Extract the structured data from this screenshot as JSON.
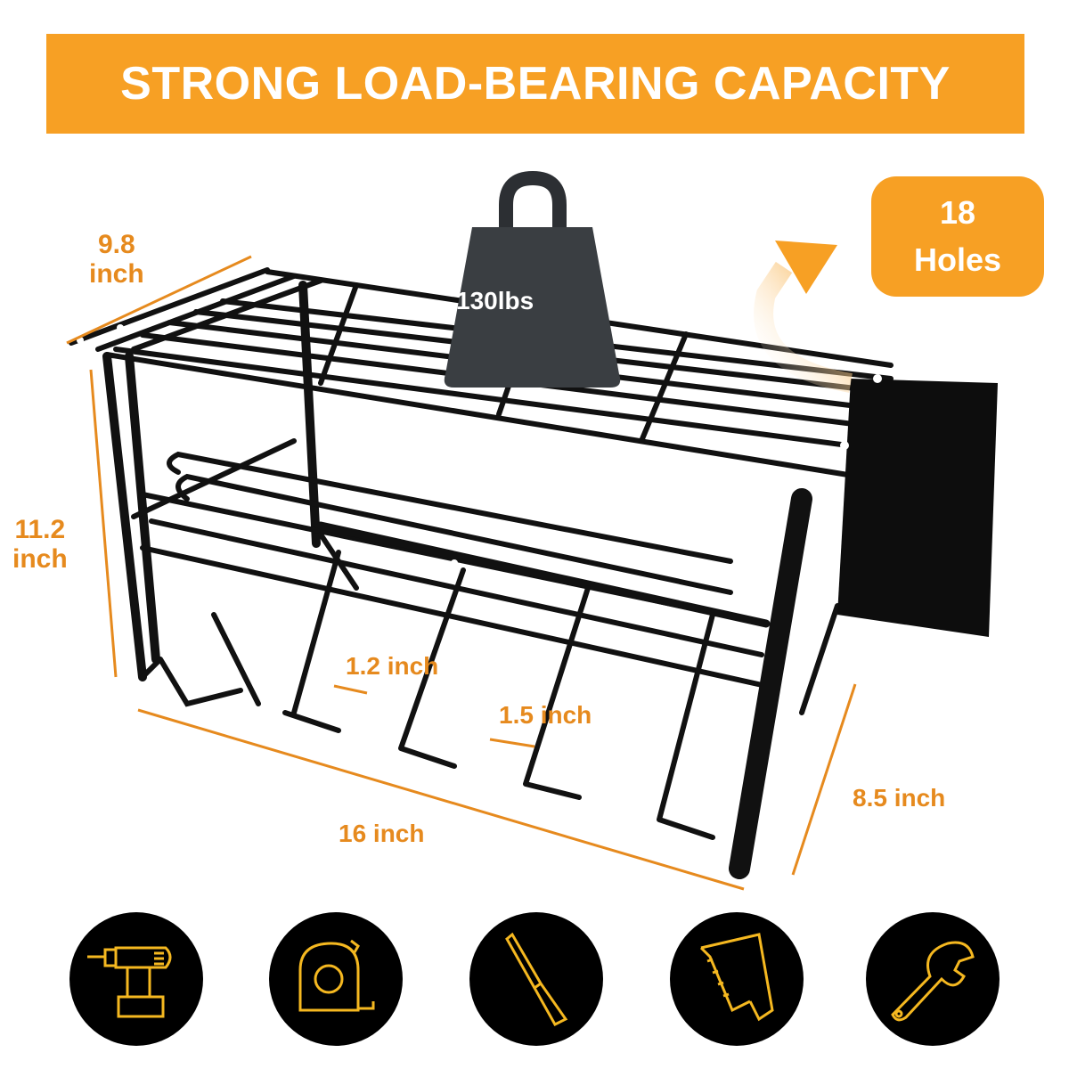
{
  "banner": {
    "title": "STRONG LOAD-BEARING CAPACITY"
  },
  "callout": {
    "count": "18",
    "label": "Holes"
  },
  "weight": {
    "label": "130lbs"
  },
  "dimensions": {
    "depth_top": "9.8\ninch",
    "height": "11.2\ninch",
    "gap_small": "1.2 inch",
    "gap_large": "1.5 inch",
    "width": "16 inch",
    "depth_bottom": "8.5 inch"
  },
  "tool_icons": [
    "drill-icon",
    "tape-measure-icon",
    "screwdriver-icon",
    "hacksaw-icon",
    "wrench-icon"
  ],
  "colors": {
    "accent": "#F7A024",
    "icon_gold": "#F5B820",
    "dimension": "#E68A1E",
    "rack": "#111111"
  }
}
